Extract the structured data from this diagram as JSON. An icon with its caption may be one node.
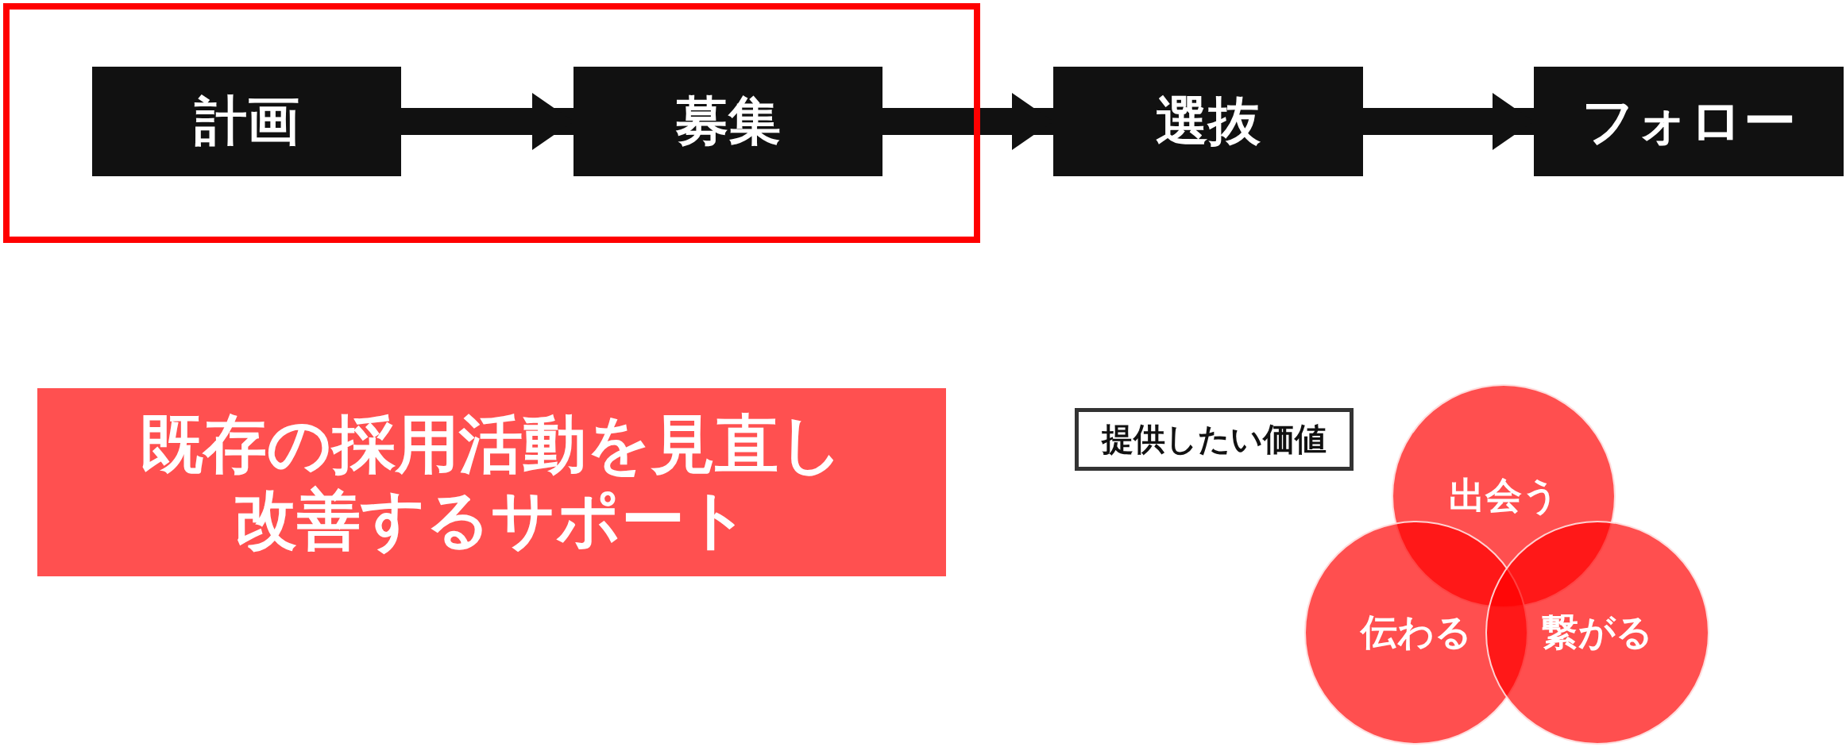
{
  "diagram": {
    "nodes": [
      {
        "text": [],
        "shape": "box"
      },
      {
        "text": [
          "計画"
        ],
        "in": 0
      },
      {
        "text": [
          "募集"
        ],
        "in": 0
      },
      {
        "text": [
          "選抜"
        ]
      },
      {
        "text": [
          "フォロー"
        ]
      },
      {
        "text": [
          "既存の採用活動を見直し改善するサポート"
        ]
      },
      {
        "text": [
          "提供したい価値"
        ]
      },
      {
        "text": [
          "出会う"
        ]
      },
      {
        "text": [
          "伝わる"
        ]
      },
      {
        "text": [
          "繋がる"
        ]
      }
    ],
    "edges": [
      {
        "from": 1,
        "to": 2,
        "arrow": "to"
      },
      {
        "from": 2,
        "to": 3,
        "arrow": "to"
      },
      {
        "from": 3,
        "to": 4,
        "arrow": "to"
      }
    ]
  }
}
